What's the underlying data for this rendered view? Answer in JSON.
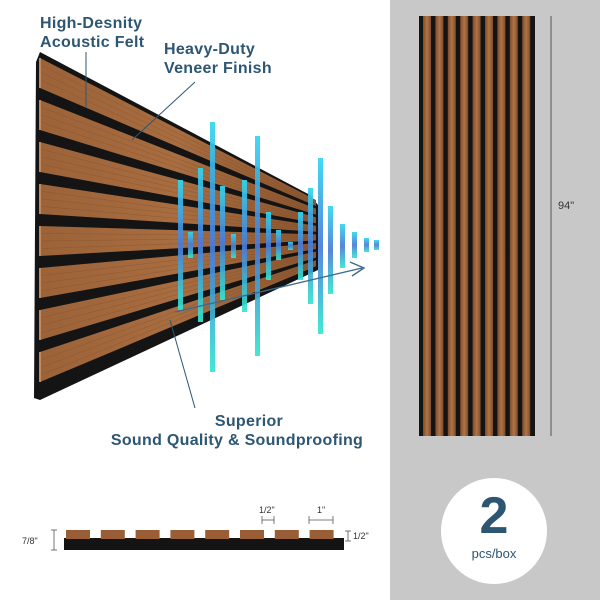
{
  "callouts": {
    "felt_line1": "High-Desnity",
    "felt_line2": "Acoustic Felt",
    "veneer_line1": "Heavy-Duty",
    "veneer_line2": "Veneer Finish",
    "sound_line1": "Superior",
    "sound_line2": "Sound Quality & Soundproofing"
  },
  "dimensions": {
    "height": "94\"",
    "thickness_total": "7/8\"",
    "thickness_base": "1/2\"",
    "gap": "1/2\"",
    "slat_width": "1\""
  },
  "badge": {
    "count": "2",
    "unit": "pcs/box"
  },
  "colors": {
    "wood": "#8b5a34",
    "wood_light": "#a66b3e",
    "felt": "#141414",
    "text_accent": "#2d5673",
    "wave_top": "#2fd0ee",
    "wave_mid": "#4a82d6",
    "wave_bottom": "#2fe0d0"
  },
  "icons": [
    "sound-wave-icon",
    "arrow-icon"
  ]
}
